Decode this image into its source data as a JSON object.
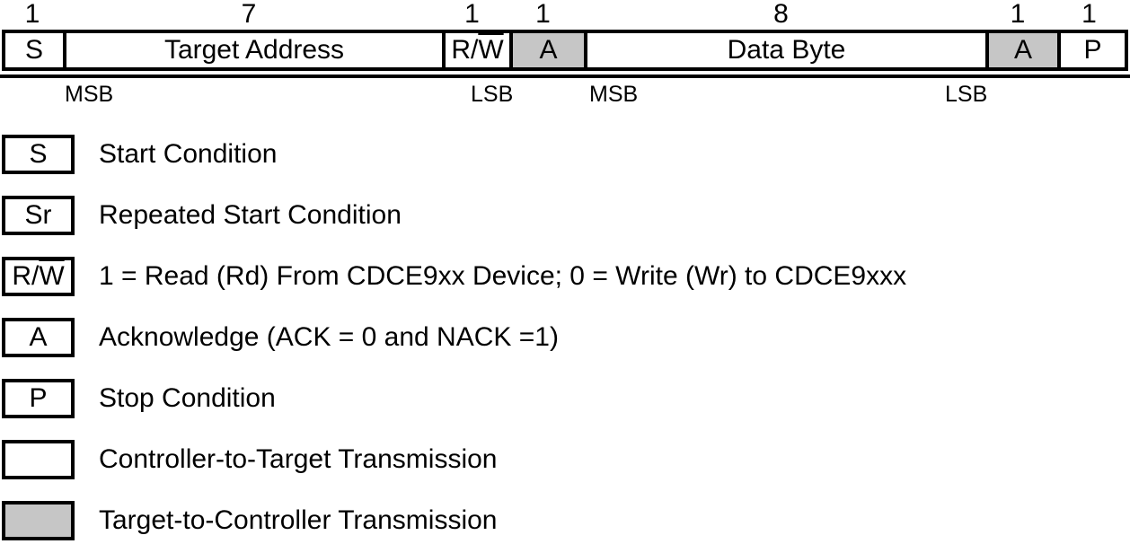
{
  "frame": {
    "cells": [
      {
        "bits": "1",
        "label": "S",
        "fill": "white"
      },
      {
        "bits": "7",
        "label": "Target Address",
        "fill": "white"
      },
      {
        "bits": "1",
        "label_prefix": "R/",
        "label_overline": "W",
        "fill": "white"
      },
      {
        "bits": "1",
        "label": "A",
        "fill": "gray"
      },
      {
        "bits": "8",
        "label": "Data Byte",
        "fill": "white"
      },
      {
        "bits": "1",
        "label": "A",
        "fill": "gray"
      },
      {
        "bits": "1",
        "label": "P",
        "fill": "white"
      }
    ],
    "bit_markers": [
      {
        "label": "MSB"
      },
      {
        "label": "LSB"
      },
      {
        "label": "MSB"
      },
      {
        "label": "LSB"
      }
    ]
  },
  "legend": {
    "items": [
      {
        "symbol": "S",
        "text": "Start Condition",
        "box": "white"
      },
      {
        "symbol": "Sr",
        "text": "Repeated Start Condition",
        "box": "white"
      },
      {
        "symbol_prefix": "R/",
        "symbol_overline": "W",
        "text": "1 = Read (Rd) From CDCE9xx Device; 0 = Write (Wr) to CDCE9xxx",
        "box": "white"
      },
      {
        "symbol": "A",
        "text": "Acknowledge (ACK = 0 and NACK =1)",
        "box": "white"
      },
      {
        "symbol": "P",
        "text": "Stop Condition",
        "box": "white"
      },
      {
        "symbol": "",
        "text": "Controller-to-Target Transmission",
        "box": "white"
      },
      {
        "symbol": "",
        "text": "Target-to-Controller Transmission",
        "box": "gray"
      }
    ]
  },
  "colors": {
    "target_to_controller_fill": "#c6c6c6",
    "line": "#000000",
    "background": "#ffffff"
  }
}
